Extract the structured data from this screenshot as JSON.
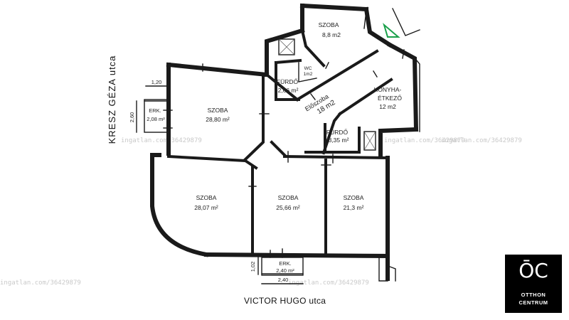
{
  "streets": {
    "left": "KRESZ GÉZA utca",
    "bottom": "VICTOR HUGO utca"
  },
  "rooms": [
    {
      "name": "SZOBA",
      "area": "8,8 m2"
    },
    {
      "name": "FÜRDŐ",
      "area": "2,66 m²"
    },
    {
      "name": "WC",
      "area": "1m2"
    },
    {
      "name": "Előszoba",
      "area": "18 m2"
    },
    {
      "name": "KONYHA-",
      "name2": "ÉTKEZŐ",
      "area": "12 m2"
    },
    {
      "name": "SZOBA",
      "area": "28,80 m²"
    },
    {
      "name": "ERK.",
      "area": "2,08 m²"
    },
    {
      "name": "FÜRDŐ",
      "area": "3,35 m²"
    },
    {
      "name": "SZOBA",
      "area": "28,07 m²"
    },
    {
      "name": "SZOBA",
      "area": "25,66 m²"
    },
    {
      "name": "SZOBA",
      "area": "21,3 m²"
    },
    {
      "name": "ERK.",
      "area": "2,40 m²"
    }
  ],
  "dimensions": {
    "balcony_left_width": "1,20",
    "balcony_left_depth": "2,60",
    "balcony_bottom_depth": "1,02",
    "balcony_bottom_width": "2,40"
  },
  "watermark": "ingatlan.com/36429879",
  "logo": {
    "mark": "ŌC",
    "line1": "OTTHON",
    "line2": "CENTRUM"
  },
  "colors": {
    "wall": "#1a1a1a",
    "watermark": "#c9c9c9",
    "north_marker": "#1aa04a",
    "logo_bg": "#000000"
  }
}
